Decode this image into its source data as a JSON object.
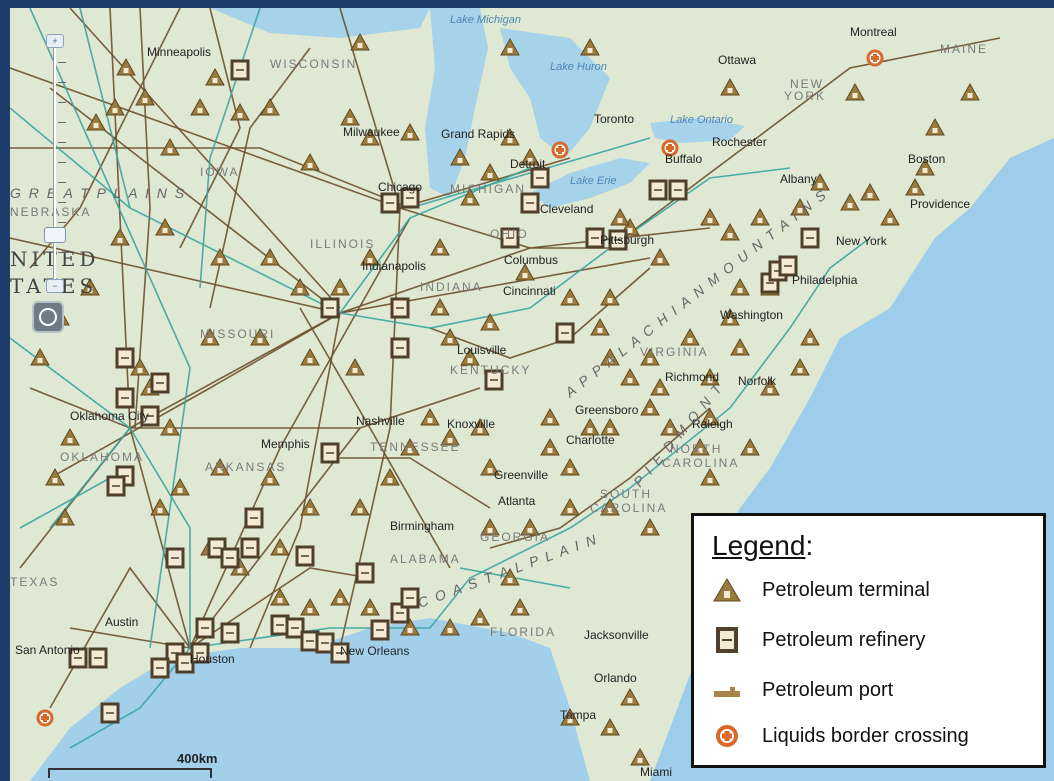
{
  "map": {
    "labels": {
      "countries": [
        "NITED",
        "TATES"
      ],
      "states": [
        "WISCONSIN",
        "IOWA",
        "ILLINOIS",
        "INDIANA",
        "OHIO",
        "MICHIGAN",
        "MISSOURI",
        "KENTUCKY",
        "TENNESSEE",
        "ARKANSAS",
        "OKLAHOMA",
        "TEXAS",
        "ALABAMA",
        "GEORGIA",
        "SOUTH CAROLINA",
        "NORTH CAROLINA",
        "VIRGINIA",
        "FLORIDA",
        "MAINE",
        "NEW YORK",
        "NEBRASKA"
      ],
      "regions": [
        "G R E A T   P L A I N S",
        "A P P A L A C H I A N   M O U N T A I N S",
        "P I E D M O N T",
        "C O A S T A L   P L A I N"
      ],
      "cities": [
        "Minneapolis",
        "Milwaukee",
        "Grand Rapids",
        "Chicago",
        "Detroit",
        "Cleveland",
        "Toronto",
        "Ottawa",
        "Montreal",
        "Buffalo",
        "Rochester",
        "Albany",
        "Boston",
        "Providence",
        "New York",
        "Philadelphia",
        "Pittsburgh",
        "Columbus",
        "Indianapolis",
        "Cincinnati",
        "Louisville",
        "Washington",
        "Richmond",
        "Norfolk",
        "Greensboro",
        "Raleigh",
        "Charlotte",
        "Knoxville",
        "Nashville",
        "Memphis",
        "Greenville",
        "Atlanta",
        "Birmingham",
        "Jacksonville",
        "Orlando",
        "Tampa",
        "Miami",
        "New Orleans",
        "Houston",
        "San Antonio",
        "Austin",
        "Oklahoma City"
      ],
      "water": [
        "Lake Michigan",
        "Lake Huron",
        "Lake Ontario",
        "Lake Erie"
      ]
    },
    "controls": {
      "zoom_in": "+",
      "zoom_out": "−"
    },
    "scale": {
      "label": "400km"
    }
  },
  "legend": {
    "title_underlined": "Legend",
    "title_suffix": ":",
    "items": [
      {
        "label": "Petroleum terminal",
        "icon": "terminal-icon",
        "color": "#9a7a3d"
      },
      {
        "label": "Petroleum refinery",
        "icon": "refinery-icon",
        "color": "#4f3f2b"
      },
      {
        "label": "Petroleum port",
        "icon": "port-icon",
        "color": "#a88448"
      },
      {
        "label": "Liquids border crossing",
        "icon": "border-crossing-icon",
        "color": "#d9692a"
      }
    ]
  },
  "colors": {
    "land": "#dfe8d3",
    "water": "#a7d3ea",
    "ocean": "#8fc6e8",
    "pipeline_crude": "#6b4f2c",
    "pipeline_product": "#3aa5a0",
    "frame": "#1f3d6b"
  }
}
